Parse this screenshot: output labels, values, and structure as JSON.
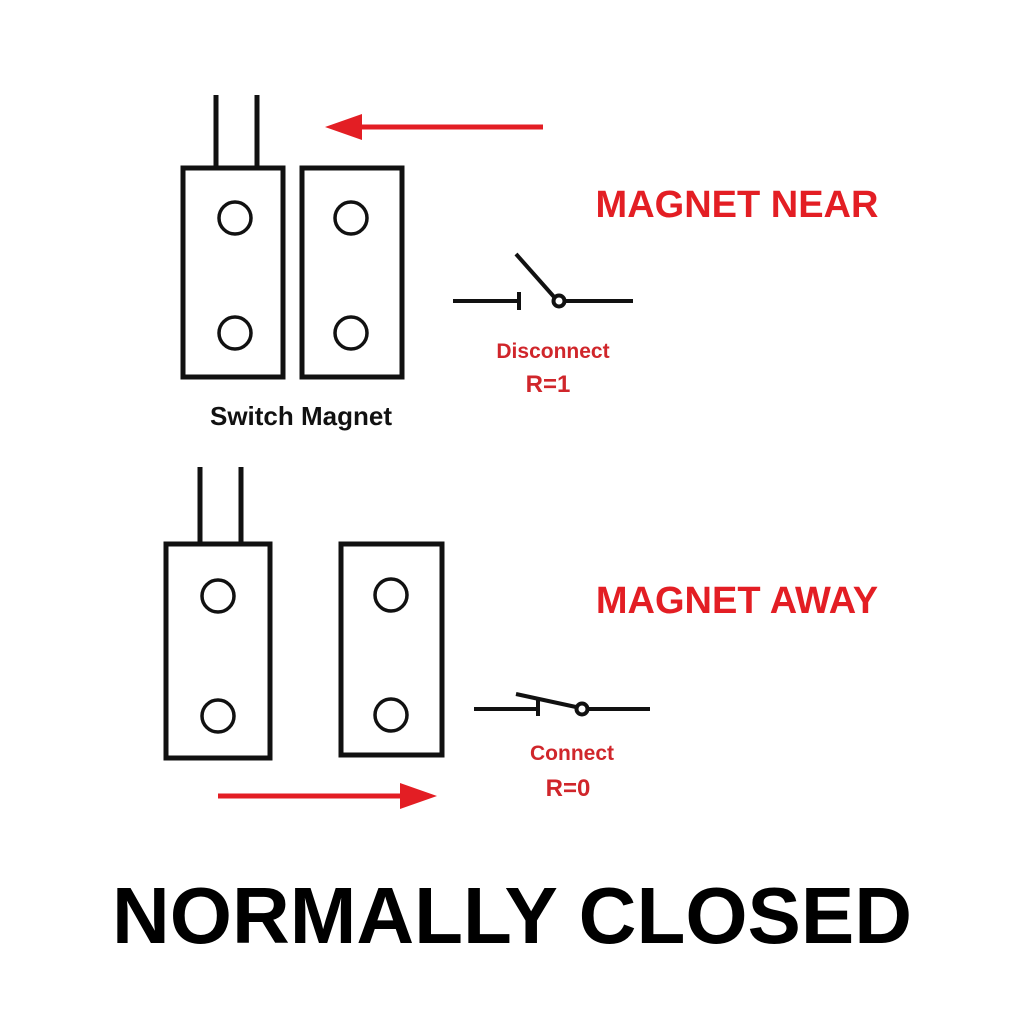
{
  "top_panel": {
    "state_heading": "MAGNET NEAR",
    "switch_state_label": "Disconnect",
    "resistance_label": "R=1",
    "component_label": "Switch Magnet"
  },
  "bottom_panel": {
    "state_heading": "MAGNET AWAY",
    "switch_state_label": "Connect",
    "resistance_label": "R=0"
  },
  "footer": {
    "title": "NORMALLY CLOSED"
  },
  "colors": {
    "accent_red": "#e31e24",
    "line_black": "#111111",
    "background": "#ffffff"
  }
}
